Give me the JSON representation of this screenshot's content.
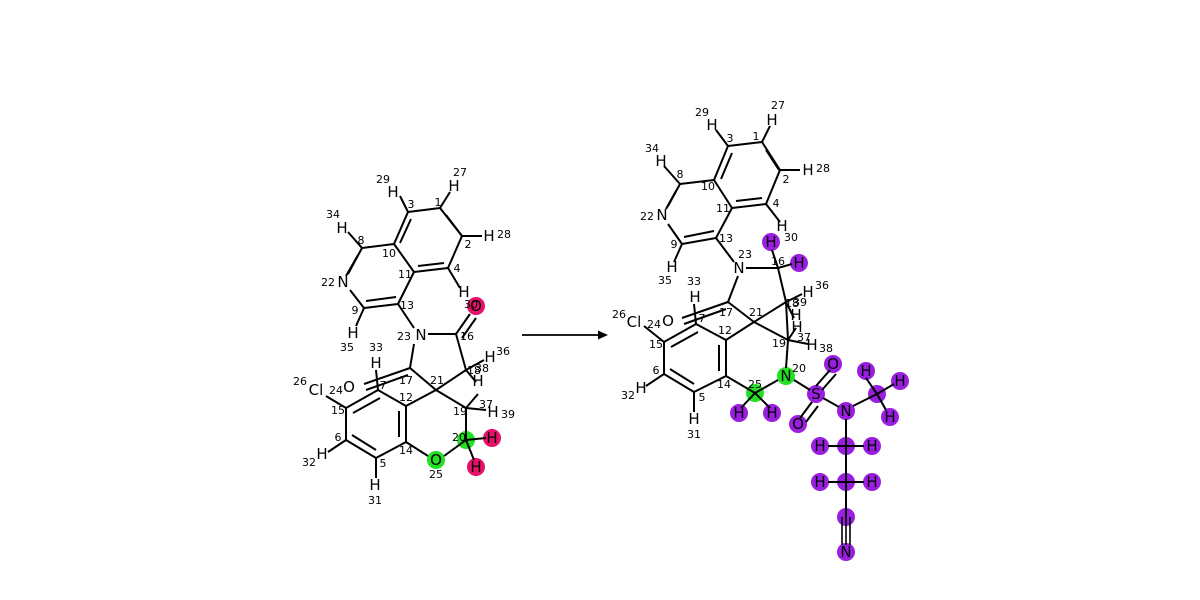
{
  "colors": {
    "reactant_leaving": "#e8106a",
    "reaction_center": "#22e022",
    "added_group": "#9a1ee0"
  },
  "reactant": {
    "labels": [
      {
        "id": "N22",
        "text": "N"
      },
      {
        "id": "N23",
        "text": "N"
      },
      {
        "id": "O30",
        "text": "O"
      },
      {
        "id": "O33",
        "text": "O"
      },
      {
        "id": "Cl26",
        "text": "Cl"
      },
      {
        "id": "O25",
        "text": "O"
      },
      {
        "id": "H27",
        "text": "H"
      },
      {
        "id": "H28",
        "text": "H"
      },
      {
        "id": "H29",
        "text": "H"
      },
      {
        "id": "H34",
        "text": "H"
      },
      {
        "id": "H35",
        "text": "H"
      },
      {
        "id": "H36",
        "text": "H"
      },
      {
        "id": "H37",
        "text": "H"
      },
      {
        "id": "H38",
        "text": "H"
      },
      {
        "id": "H39",
        "text": "H"
      },
      {
        "id": "H40",
        "text": "H"
      },
      {
        "id": "H41",
        "text": "H"
      },
      {
        "id": "H31",
        "text": "H"
      },
      {
        "id": "H32",
        "text": "H"
      },
      {
        "id": "H33",
        "text": "H"
      }
    ],
    "numbers": [
      "1",
      "2",
      "3",
      "4",
      "5",
      "6",
      "7",
      "8",
      "9",
      "10",
      "11",
      "12",
      "13",
      "14",
      "15",
      "16",
      "17",
      "18",
      "19",
      "20",
      "21",
      "22",
      "23",
      "24",
      "25",
      "26",
      "27",
      "28",
      "29",
      "31",
      "32",
      "33",
      "34",
      "35",
      "36",
      "37",
      "38",
      "39",
      "30"
    ]
  },
  "product": {
    "labels": [
      {
        "id": "N22",
        "text": "N"
      },
      {
        "id": "N23",
        "text": "N"
      },
      {
        "id": "O33",
        "text": "O"
      },
      {
        "id": "Cl26",
        "text": "Cl"
      },
      {
        "id": "N20",
        "text": "N"
      },
      {
        "id": "S",
        "text": "S"
      },
      {
        "id": "Os1",
        "text": "O"
      },
      {
        "id": "Os2",
        "text": "O"
      },
      {
        "id": "Nsa",
        "text": "N"
      },
      {
        "id": "Ncn",
        "text": "N"
      },
      {
        "id": "H27",
        "text": "H"
      },
      {
        "id": "H28",
        "text": "H"
      },
      {
        "id": "H29",
        "text": "H"
      },
      {
        "id": "H34",
        "text": "H"
      },
      {
        "id": "H35",
        "text": "H"
      },
      {
        "id": "H30",
        "text": "H"
      },
      {
        "id": "H4",
        "text": "H"
      },
      {
        "id": "H16b",
        "text": "H"
      },
      {
        "id": "H36",
        "text": "H"
      },
      {
        "id": "H39",
        "text": "H"
      },
      {
        "id": "H37",
        "text": "H"
      },
      {
        "id": "H38",
        "text": "H"
      },
      {
        "id": "H31",
        "text": "H"
      },
      {
        "id": "H32",
        "text": "H"
      },
      {
        "id": "H33",
        "text": "H"
      },
      {
        "id": "H25a",
        "text": "H"
      },
      {
        "id": "H25b",
        "text": "H"
      },
      {
        "id": "Hm1",
        "text": "H"
      },
      {
        "id": "Hm2",
        "text": "H"
      },
      {
        "id": "Hm3",
        "text": "H"
      },
      {
        "id": "Hc1",
        "text": "H"
      },
      {
        "id": "Hc2",
        "text": "H"
      },
      {
        "id": "Hc3",
        "text": "H"
      },
      {
        "id": "Hc4",
        "text": "H"
      }
    ],
    "numbers": [
      "1",
      "2",
      "3",
      "4",
      "5",
      "6",
      "7",
      "8",
      "9",
      "10",
      "11",
      "12",
      "13",
      "14",
      "15",
      "16",
      "17",
      "18",
      "19",
      "20",
      "21",
      "22",
      "23",
      "24",
      "25",
      "26",
      "27",
      "28",
      "29",
      "30",
      "31",
      "32",
      "33",
      "34",
      "35",
      "36",
      "37",
      "38",
      "39"
    ]
  }
}
